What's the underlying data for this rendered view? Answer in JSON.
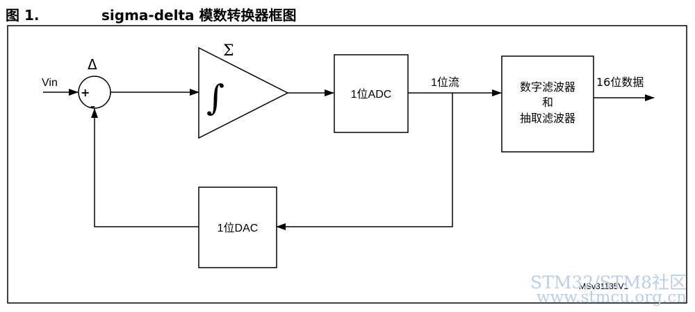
{
  "figure": {
    "number": "图 1.",
    "title": "sigma-delta 模数转换器框图"
  },
  "diagram": {
    "input_label": "Vin",
    "delta_symbol": "Δ",
    "plus_sign": "+",
    "minus_sign": "–",
    "sigma_symbol": "Σ",
    "integral_symbol": "∫",
    "adc_label": "1位ADC",
    "bitstream_label": "1位流",
    "filter_line1": "数字滤波器",
    "filter_line2": "和",
    "filter_line3": "抽取滤波器",
    "output_label": "16位数据",
    "dac_label": "1位DAC",
    "figure_code": "MSv31135V1"
  },
  "watermark": {
    "line1": "STM32/STM8社区",
    "line2": "www.stmcu.org.cn"
  }
}
